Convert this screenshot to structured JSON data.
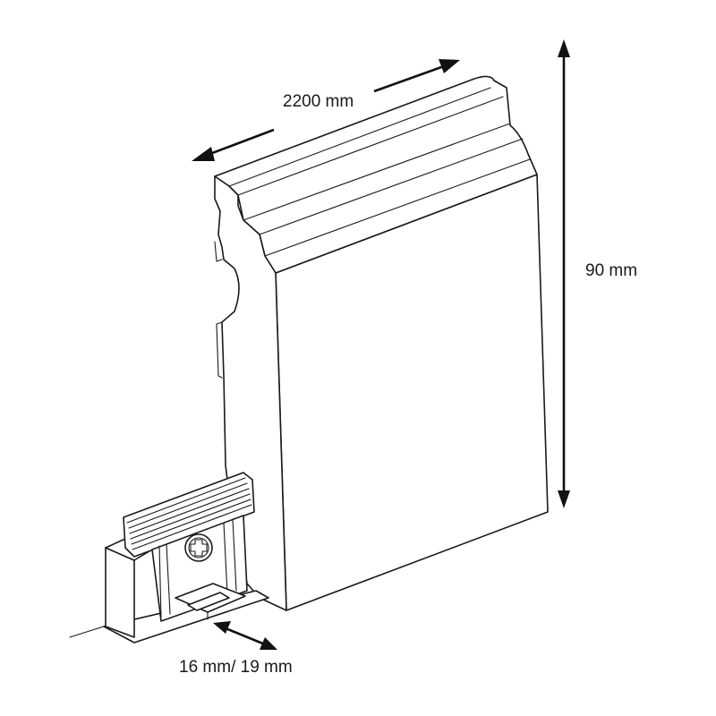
{
  "dimensions": {
    "length": "2200 mm",
    "height": "90 mm",
    "clip_thickness": "16 mm/ 19 mm"
  }
}
